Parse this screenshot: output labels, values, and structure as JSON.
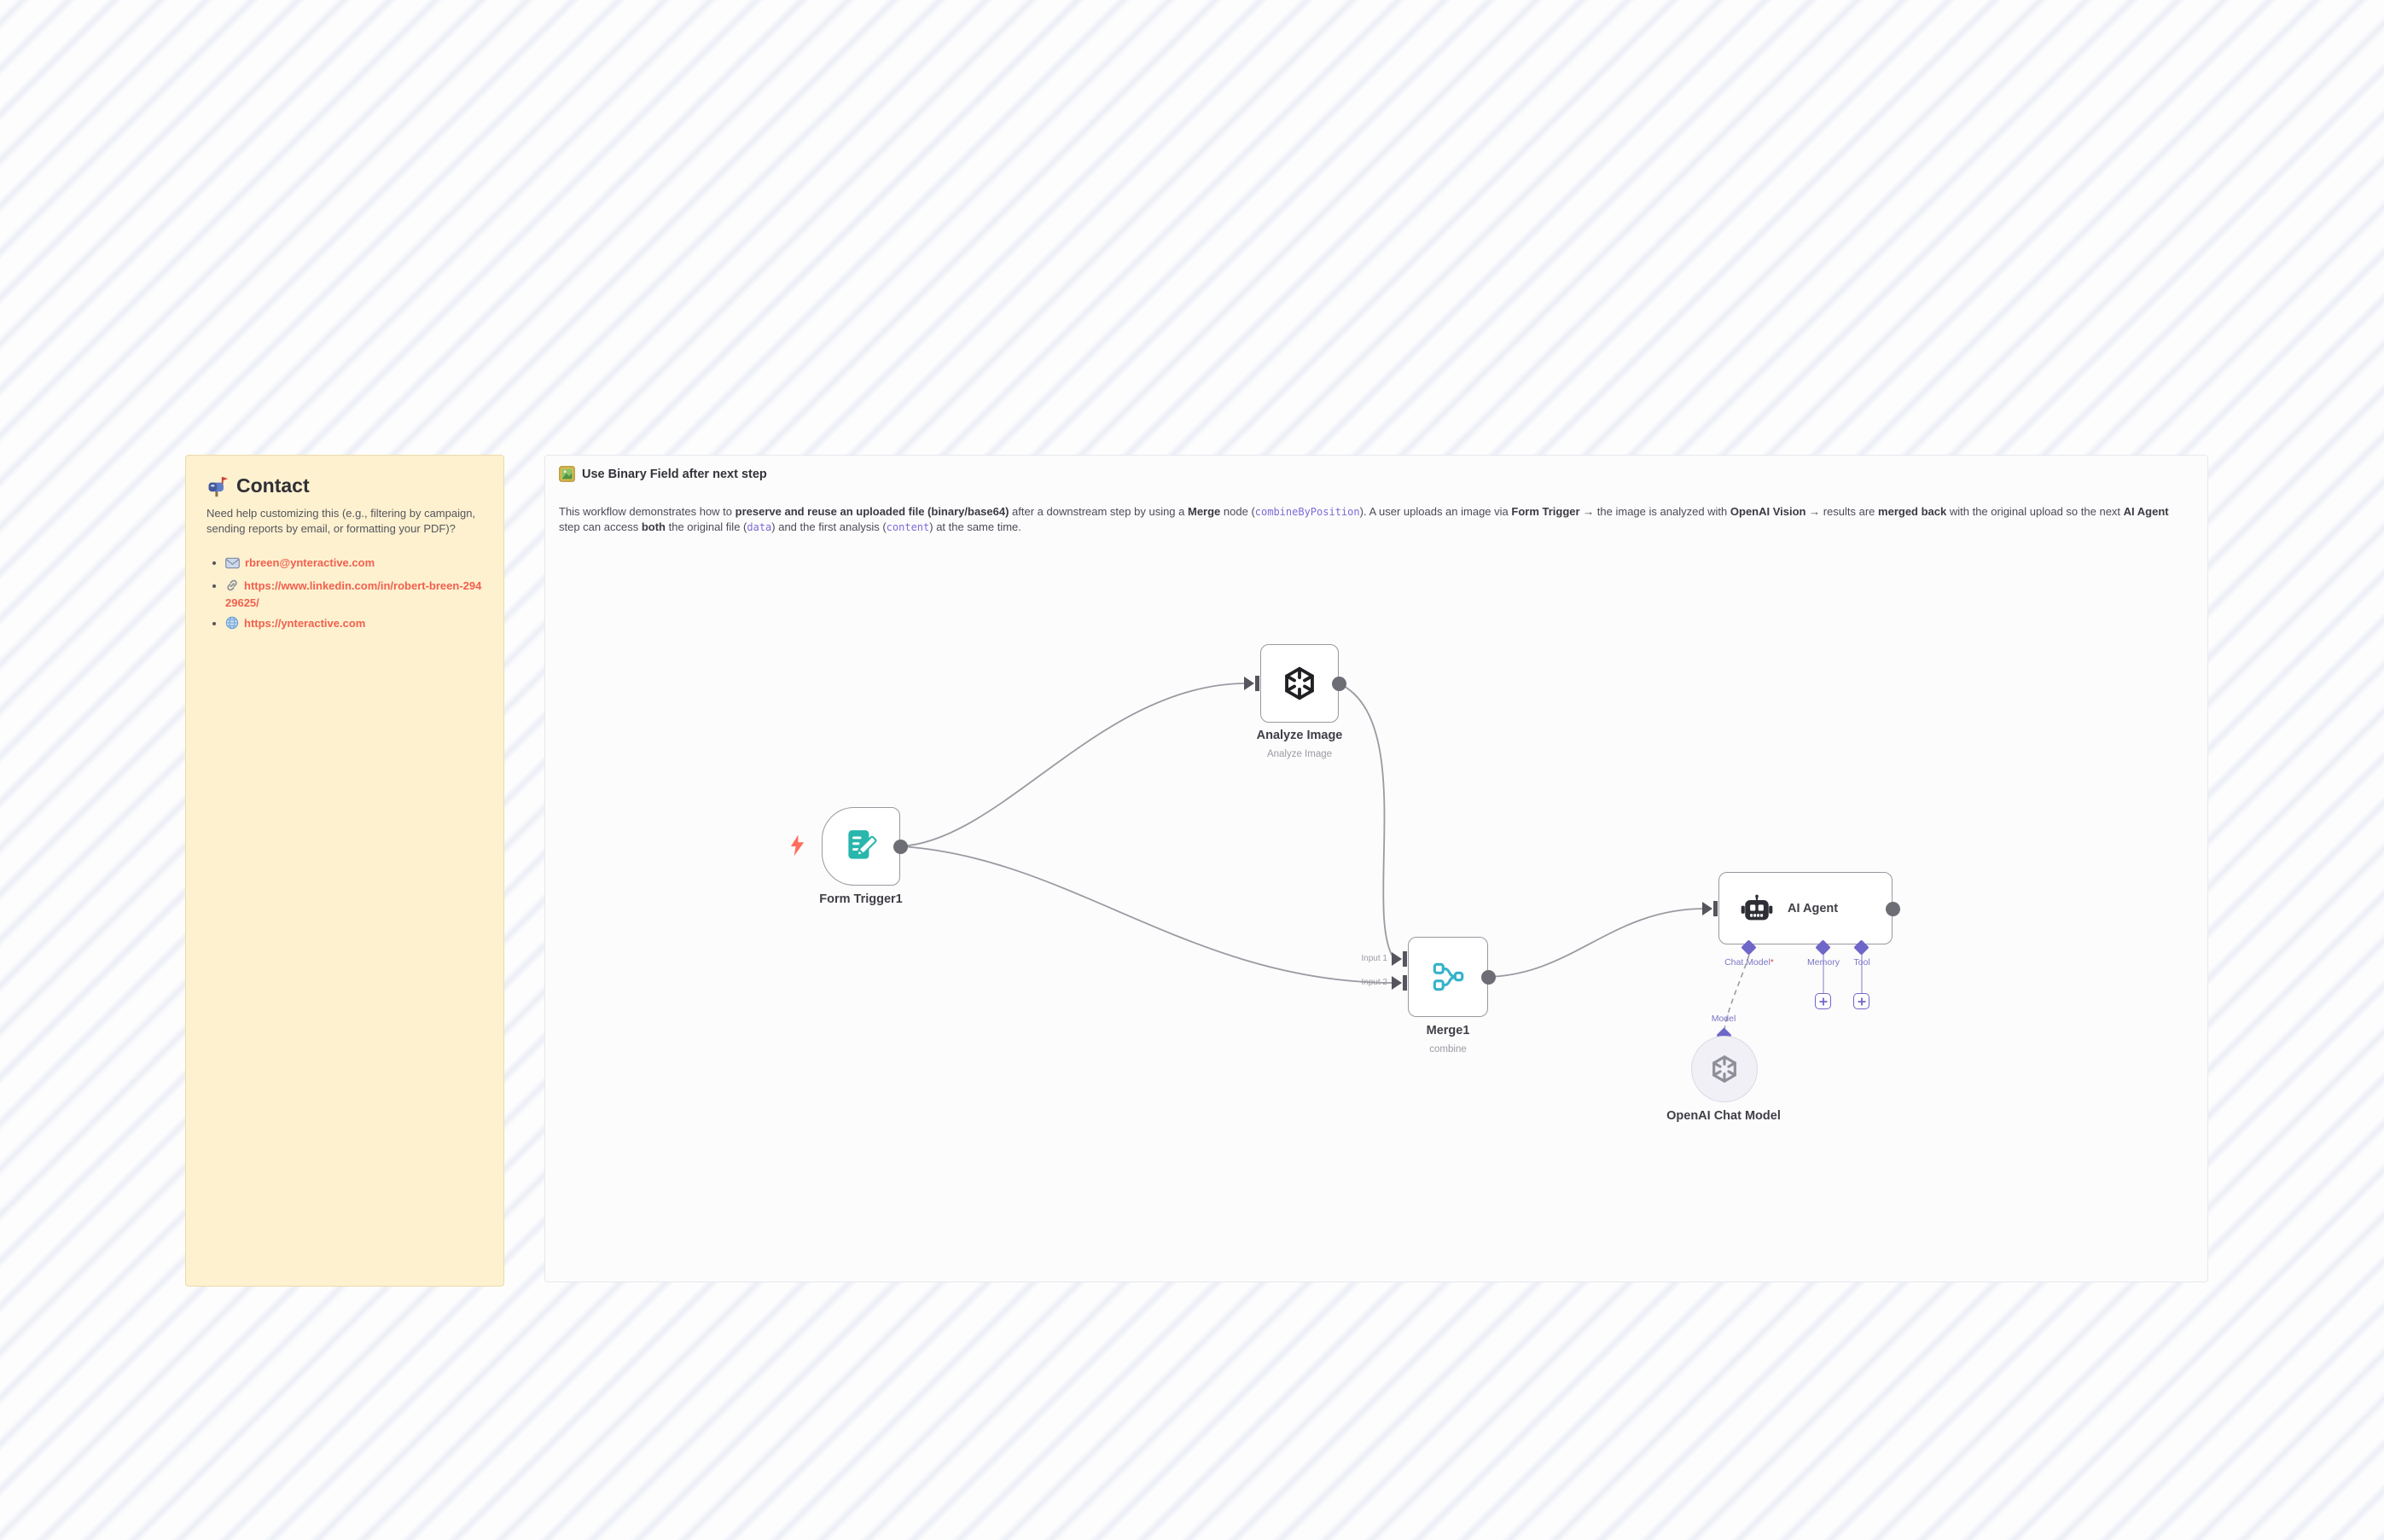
{
  "colors": {
    "stripe": "#eceef6",
    "sticky-yellow": "#fdf1cf",
    "canvas-bg": "#fcfcfd",
    "link-red": "#f2604f",
    "node-teal": "#29b6ac",
    "ai-purple": "#6f66c9",
    "connector-gray": "#9a9aa2",
    "node-border": "#98989f",
    "code-purple": "#7b6bd6",
    "bolt-red": "#ff6d5a",
    "text-dark": "#3c3c44",
    "text-muted": "#9a9aa2"
  },
  "contact_note": {
    "icon": "mailbox-icon",
    "title": "Contact",
    "description": "Need help customizing this (e.g., filtering by campaign, sending reports by email, or formatting your PDF)?",
    "links": [
      {
        "icon": "email-icon",
        "text": "rbreen@ynteractive.com"
      },
      {
        "icon": "link-icon",
        "text": "https://www.linkedin.com/in/robert-breen-29429625/"
      },
      {
        "icon": "globe-icon",
        "text": "https://ynteractive.com"
      }
    ]
  },
  "workflow_note": {
    "icon": "framed-picture-icon",
    "title": "Use Binary Field after next step",
    "description_segments": [
      {
        "text": "This workflow demonstrates how to ",
        "style": "plain"
      },
      {
        "text": "preserve and reuse an uploaded file (binary/base64)",
        "style": "bold"
      },
      {
        "text": " after a downstream step by using a ",
        "style": "plain"
      },
      {
        "text": "Merge",
        "style": "bold"
      },
      {
        "text": " node (",
        "style": "plain"
      },
      {
        "text": "combineByPosition",
        "style": "code"
      },
      {
        "text": "). A user uploads an image via ",
        "style": "plain"
      },
      {
        "text": "Form Trigger",
        "style": "bold"
      },
      {
        "text": " → the image is analyzed with ",
        "style": "plain"
      },
      {
        "text": "OpenAI Vision",
        "style": "bold"
      },
      {
        "text": " → results are ",
        "style": "plain"
      },
      {
        "text": "merged back",
        "style": "bold"
      },
      {
        "text": " with the original upload so the next ",
        "style": "plain"
      },
      {
        "text": "AI Agent",
        "style": "bold"
      },
      {
        "text": " step can access ",
        "style": "plain"
      },
      {
        "text": "both",
        "style": "bold"
      },
      {
        "text": " the original file (",
        "style": "plain"
      },
      {
        "text": "data",
        "style": "code"
      },
      {
        "text": ") and the first analysis (",
        "style": "plain"
      },
      {
        "text": "content",
        "style": "code"
      },
      {
        "text": ") at the same time.",
        "style": "plain"
      }
    ]
  },
  "nodes": {
    "form_trigger": {
      "label": "Form Trigger1"
    },
    "analyze_image": {
      "label": "Analyze Image",
      "subtitle": "Analyze Image"
    },
    "merge": {
      "label": "Merge1",
      "subtitle": "combine",
      "input1_label": "Input 1",
      "input2_label": "Input 2"
    },
    "ai_agent": {
      "label": "AI Agent",
      "ports": {
        "chat_model": "Chat Model",
        "chat_model_required": "*",
        "memory": "Memory",
        "tool": "Tool"
      }
    },
    "openai_chat_model": {
      "label": "OpenAI Chat Model",
      "port_label": "Model"
    }
  }
}
